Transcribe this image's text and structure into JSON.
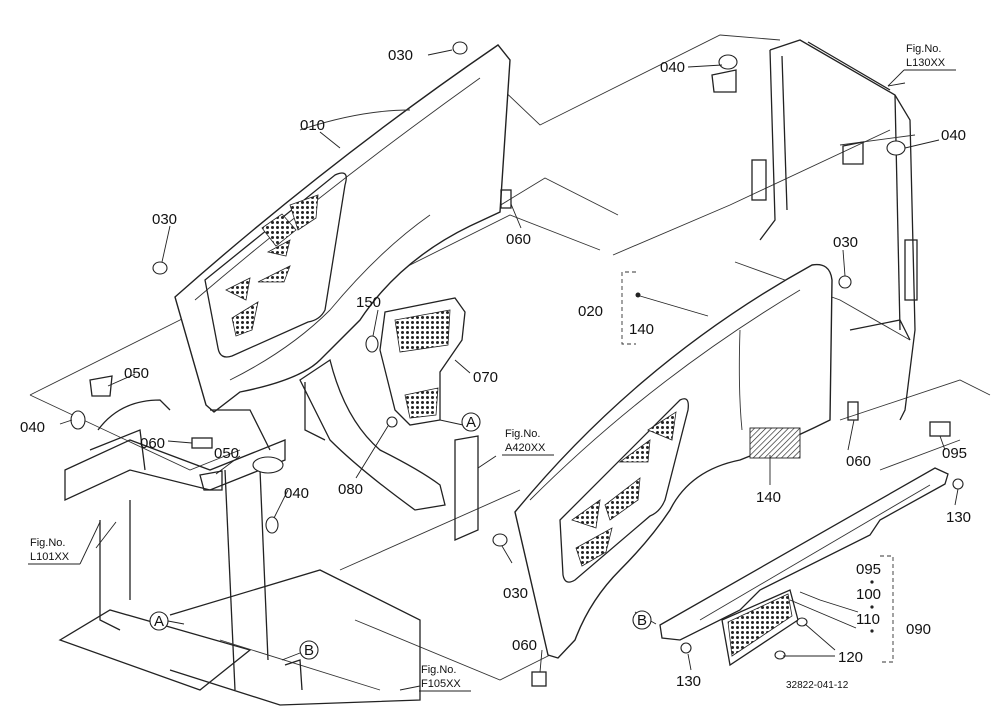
{
  "figure_code": "32822-041-12",
  "callout_labels": {
    "c010": "010",
    "c020": "020",
    "c030_top": "030",
    "c030_left": "030",
    "c030_right": "030",
    "c030_bottom": "030",
    "c040_top": "040",
    "c040_right": "040",
    "c040_left": "040",
    "c040_mid": "040",
    "c050_left": "050",
    "c050_mid": "050",
    "c060_top": "060",
    "c060_left": "060",
    "c060_right": "060",
    "c060_bottom": "060",
    "c070": "070",
    "c080": "080",
    "c090": "090",
    "c095_right": "095",
    "c095_stack": "095",
    "c100": "100",
    "c110": "110",
    "c120": "120",
    "c130_right": "130",
    "c130_bottom": "130",
    "c140_bracket": "140",
    "c140_panel": "140",
    "c150": "150"
  },
  "circle_markers": {
    "a_left": "A",
    "a_mid": "A",
    "b_left": "B",
    "b_right": "B"
  },
  "figure_references": {
    "l130": {
      "line1": "Fig.No.",
      "line2": "L130XX"
    },
    "a420": {
      "line1": "Fig.No.",
      "line2": "A420XX"
    },
    "l101": {
      "line1": "Fig.No.",
      "line2": "L101XX"
    },
    "f105": {
      "line1": "Fig.No.",
      "line2": "F105XX"
    }
  }
}
